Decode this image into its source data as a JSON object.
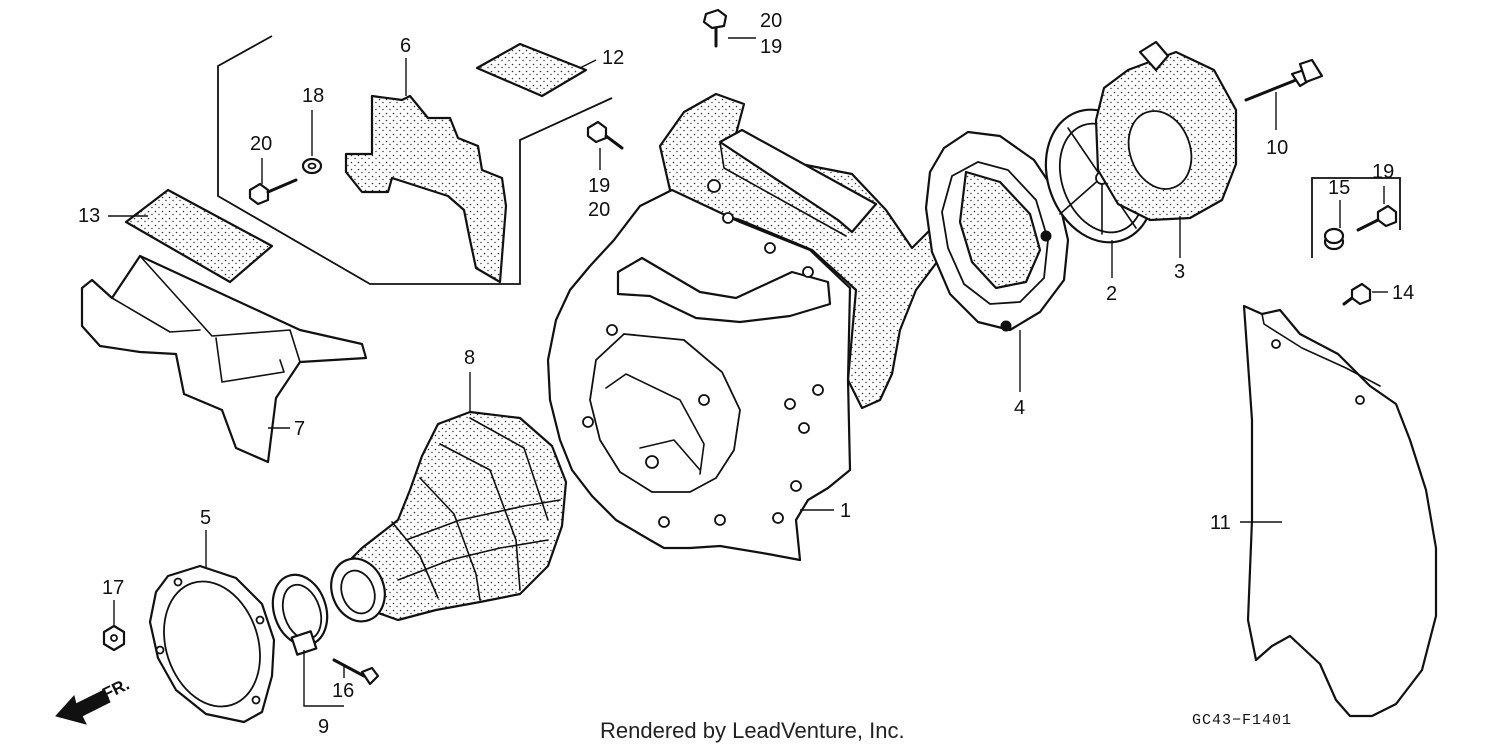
{
  "callouts": {
    "p1": "1",
    "p2": "2",
    "p3": "3",
    "p4": "4",
    "p5": "5",
    "p6": "6",
    "p7": "7",
    "p8": "8",
    "p9": "9",
    "p10": "10",
    "p11": "11",
    "p12": "12",
    "p13": "13",
    "p14": "14",
    "p15": "15",
    "p16": "16",
    "p17": "17",
    "p18": "18",
    "p19_top": "19",
    "p20_top": "20",
    "p19_mid": "19",
    "p20_mid": "20",
    "p20_left": "20",
    "p19_right": "19"
  },
  "direction_label": "FR.",
  "diagram_code": "GC43−F1401",
  "credit": "Rendered by LeadVenture, Inc.",
  "colors": {
    "ink": "#111111",
    "paper": "#ffffff"
  }
}
